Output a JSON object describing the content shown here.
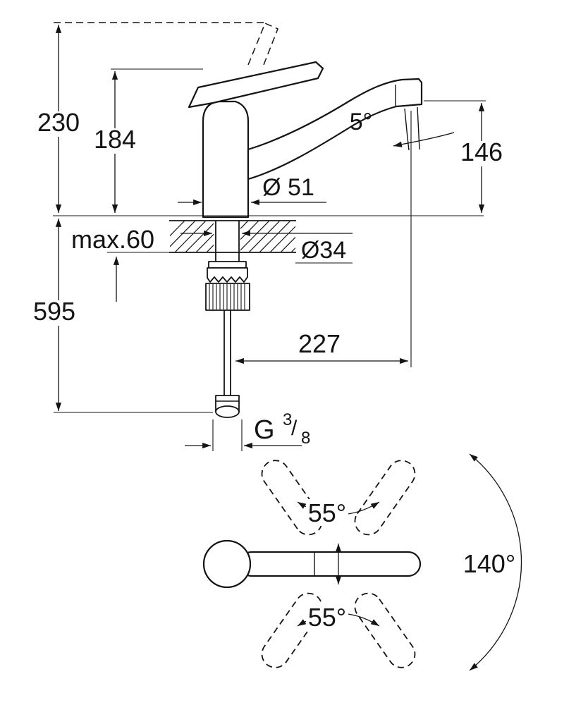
{
  "figure": {
    "labels": {
      "overall_height": "230",
      "handle_height": "184",
      "spout_height": "146",
      "install_depth": "595",
      "max_deck": "max.60",
      "base_diameter": "Ø 51",
      "shank_diameter": "Ø34",
      "projection": "227",
      "stream_angle": "5°",
      "thread_g": "G",
      "thread_num": "3",
      "thread_slash": "/",
      "thread_den": "8",
      "swivel_upper": "55°",
      "swivel_lower": "55°",
      "swivel_total": "140°"
    }
  }
}
